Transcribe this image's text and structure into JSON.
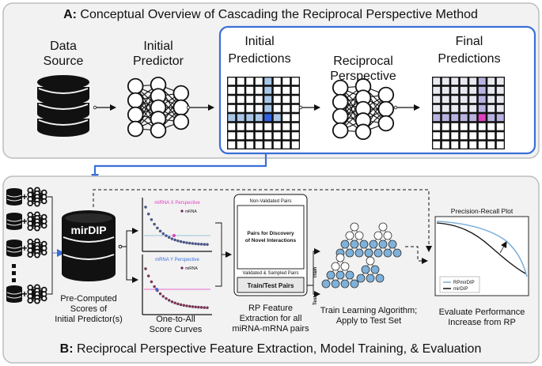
{
  "panel_a": {
    "title_prefix": "A:",
    "title": "Conceptual Overview of Cascading the Reciprocal Perspective Method",
    "data_source_l1": "Data",
    "data_source_l2": "Source",
    "initial_predictor_l1": "Initial",
    "initial_predictor_l2": "Predictor",
    "initial_predictions_l1": "Initial",
    "initial_predictions_l2": "Predictions",
    "reciprocal_perspective_l1": "Reciprocal",
    "reciprocal_perspective_l2": "Perspective",
    "final_predictions_l1": "Final",
    "final_predictions_l2": "Predictions"
  },
  "panel_b": {
    "title_prefix": "B:",
    "title": "Reciprocal Perspective Feature Extraction, Model Training, & Evaluation",
    "db_label": "mirDIP",
    "precomputed_l1": "Pre-Computed",
    "precomputed_l2": "Scores of",
    "precomputed_l3": "Initial Predictor(s)",
    "curves_l1": "One-to-All",
    "curves_l2": "Score Curves",
    "plot1_title": "miRNA X Perspective",
    "plot1_legend": "mRNA",
    "plot2_title": "mRNA Y Perspective",
    "plot2_legend": "miRNA",
    "non_validated": "Non-Validated Pairs",
    "pairs_discovery_l1": "Pairs for Discovery",
    "pairs_discovery_l2": "of Novel Interactions",
    "validated_sampled": "Validated & Sampled Pairs",
    "train_test_pairs": "Train/Test Pairs",
    "rp_l1": "RP Feature",
    "rp_l2": "Extraction for all",
    "rp_l3": "miRNA-mRNA pairs",
    "train_label": "Train",
    "test_label": "Test",
    "algo_l1": "Train Learning Algorithm;",
    "algo_l2": "Apply to Test Set",
    "pr_title": "Precision-Recall Plot",
    "pr_legend_1": "RPmirDIP",
    "pr_legend_2": "mirDIP",
    "eval_l1": "Evaluate Performance",
    "eval_l2": "Increase from RP"
  },
  "colors": {
    "accent_blue": "#3a6fd8",
    "light_blue": "#7fb1d9",
    "pink": "#e040c0",
    "light_purple": "#b7b2e0"
  }
}
